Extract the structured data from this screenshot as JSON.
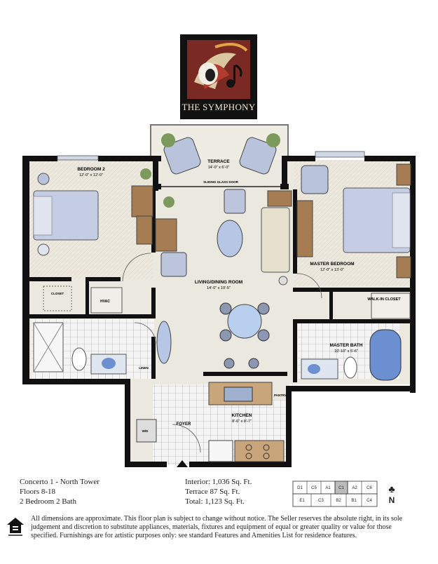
{
  "logo": {
    "brand": "THE SYMPHONY",
    "colors": {
      "bg": "#111111",
      "art_bg": "#7a2a22",
      "text": "#f0e6d6"
    }
  },
  "rooms": {
    "terrace": {
      "name": "TERRACE",
      "size": "14'-0\" x 6'-0\""
    },
    "sliding_door": "SLIDING GLASS DOOR",
    "bedroom2": {
      "name": "BEDROOM 2",
      "size": "12'-0\" x 12'-0\""
    },
    "master_bedroom": {
      "name": "MASTER BEDROOM",
      "size": "12'-0\" x 13'-0\""
    },
    "living": {
      "name": "LIVING/DINING ROOM",
      "size": "14'-0\" x 19'-5\""
    },
    "kitchen": {
      "name": "KITCHEN",
      "size": "8'-6\" x 8'-7\""
    },
    "master_bath": {
      "name": "MASTER BATH",
      "size": "10'-10\" x 5'-6\""
    },
    "walk_in_closet": "WALK-IN CLOSET",
    "hvac": "HVAC",
    "linen": "LINEN",
    "pantry": "PANTRY",
    "foyer": "FOYER",
    "wd": "W/D",
    "closet2": "CLOSET"
  },
  "unit": {
    "name": "Concerto 1 - North Tower",
    "floors": "Floors 8-18",
    "beds": "2 Bedroom 2 Bath",
    "interior": "Interior: 1,036 Sq. Ft.",
    "terrace": "Terrace 87 Sq. Ft.",
    "total": "Total: 1,123 Sq. Ft."
  },
  "keyplan": {
    "top_row": [
      "D1",
      "C5",
      "A1",
      "C1",
      "A2",
      "C6"
    ],
    "bottom_row": [
      "E1",
      "C3",
      "B2",
      "B1",
      "C4"
    ],
    "compass": "N"
  },
  "disclaimer": "All dimensions are approximate. This floor plan is subject to change without notice. The Seller reserves the absolute right, in its sole judgement and discretion to substitute appliances, materials, fixtures and equipment of equal or greater quality or value for those specified. Furnishings are for artistic purposes only: see standard Features and Amenities List for residence features.",
  "colors": {
    "wall": "#111111",
    "floor": "#e9e6dc",
    "furniture": "#b9c3dc",
    "wood": "#a67d52",
    "tile": "#f4f4f4"
  }
}
